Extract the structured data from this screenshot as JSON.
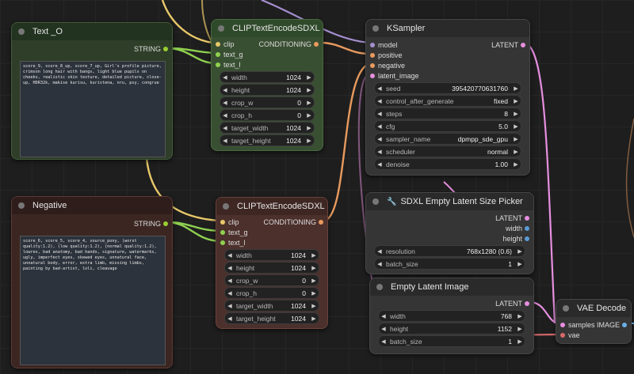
{
  "nodes": {
    "text_o": {
      "title": "Text _O",
      "output": "STRING",
      "text": "score_9, score_8_up, score_7_up, Girl's profile picture, crimson long hair with bangs, light blue pupils on cheeks, realistic skin texture, detailed picture, close-up, HDR32k, makise kurisu, kuristena, nru, psy, congrue"
    },
    "negative": {
      "title": "Negative",
      "output": "STRING",
      "text": "score_6, score_5, score_4, source_pony, (worst quality:1.2), (low quality:1.2), (normal quality:1.2), lowres, bad anatomy, bad hands, signature, watermarks, ugly, imperfect eyes, skewed eyes, unnatural face, unnatural body, error, extra limb, missing limbs, painting by bad-artist, loli, cleavage"
    },
    "clip_pos": {
      "title": "CLIPTextEncodeSDXL",
      "inputs": [
        "clip",
        "text_g",
        "text_l"
      ],
      "output": "CONDITIONING",
      "widgets": [
        {
          "label": "width",
          "value": "1024"
        },
        {
          "label": "height",
          "value": "1024"
        },
        {
          "label": "crop_w",
          "value": "0"
        },
        {
          "label": "crop_h",
          "value": "0"
        },
        {
          "label": "target_width",
          "value": "1024"
        },
        {
          "label": "target_height",
          "value": "1024"
        }
      ]
    },
    "clip_neg": {
      "title": "CLIPTextEncodeSDXL",
      "inputs": [
        "clip",
        "text_g",
        "text_l"
      ],
      "output": "CONDITIONING",
      "widgets": [
        {
          "label": "width",
          "value": "1024"
        },
        {
          "label": "height",
          "value": "1024"
        },
        {
          "label": "crop_w",
          "value": "0"
        },
        {
          "label": "crop_h",
          "value": "0"
        },
        {
          "label": "target_width",
          "value": "1024"
        },
        {
          "label": "target_height",
          "value": "1024"
        }
      ]
    },
    "ksampler": {
      "title": "KSampler",
      "inputs": [
        "model",
        "positive",
        "negative",
        "latent_image"
      ],
      "output": "LATENT",
      "widgets": [
        {
          "label": "seed",
          "value": "395420770631760"
        },
        {
          "label": "control_after_generate",
          "value": "fixed"
        },
        {
          "label": "steps",
          "value": "8"
        },
        {
          "label": "cfg",
          "value": "5.0"
        },
        {
          "label": "sampler_name",
          "value": "dpmpp_sde_gpu"
        },
        {
          "label": "scheduler",
          "value": "normal"
        },
        {
          "label": "denoise",
          "value": "1.00"
        }
      ]
    },
    "sdxl_picker": {
      "title": "SDXL Empty Latent Size Picker",
      "icon": "wrench-icon",
      "outputs": [
        "LATENT",
        "width",
        "height"
      ],
      "widgets": [
        {
          "label": "resolution",
          "value": "768x1280 (0.6)"
        },
        {
          "label": "batch_size",
          "value": "1"
        }
      ]
    },
    "empty_latent": {
      "title": "Empty Latent Image",
      "output": "LATENT",
      "widgets": [
        {
          "label": "width",
          "value": "768"
        },
        {
          "label": "height",
          "value": "1152"
        },
        {
          "label": "batch_size",
          "value": "1"
        }
      ]
    },
    "vae_decode": {
      "title": "VAE Decode",
      "inputs": [
        "samples",
        "vae"
      ],
      "output": "IMAGE"
    }
  },
  "colors": {
    "clip": "#f5d76e",
    "string": "#9acd32",
    "conditioning": "#f4a460",
    "model": "#b39ddb",
    "latent": "#ff9cf9",
    "int": "#5b9bd5",
    "vae": "#ff6b6b",
    "image": "#64b5f6"
  }
}
